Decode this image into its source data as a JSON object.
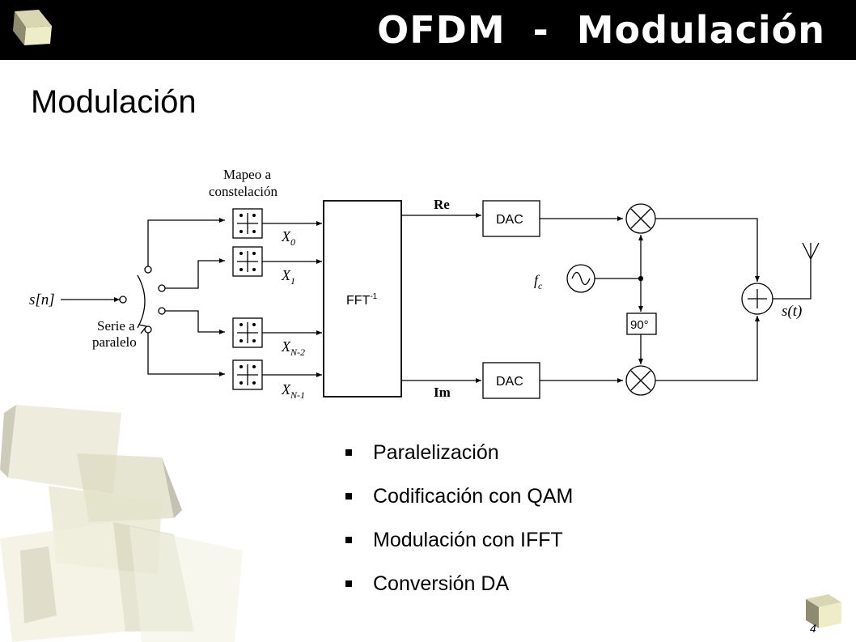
{
  "slide": {
    "title": "OFDM  -  Modulación",
    "heading": "Modulación",
    "page_number": "4"
  },
  "diagram": {
    "input_label": "s[n]",
    "serial_parallel_label": [
      "Serie a",
      "paralelo"
    ],
    "mapping_label": [
      "Mapeo a",
      "constelación"
    ],
    "symbols": [
      {
        "base": "X",
        "sub": "0"
      },
      {
        "base": "X",
        "sub": "1"
      },
      {
        "base": "X",
        "sub": "N-2"
      },
      {
        "base": "X",
        "sub": "N-1"
      }
    ],
    "ifft": {
      "base": "FFT",
      "sup": "-1"
    },
    "real_label": "Re",
    "imag_label": "Im",
    "dac_label": "DAC",
    "carrier_label": {
      "base": "f",
      "sub": "c"
    },
    "phase_label": "90°",
    "output_label": "s(t)"
  },
  "bullets": [
    "Paralelización",
    "Codificación con QAM",
    "Modulación con IFFT",
    "Conversión DA"
  ]
}
